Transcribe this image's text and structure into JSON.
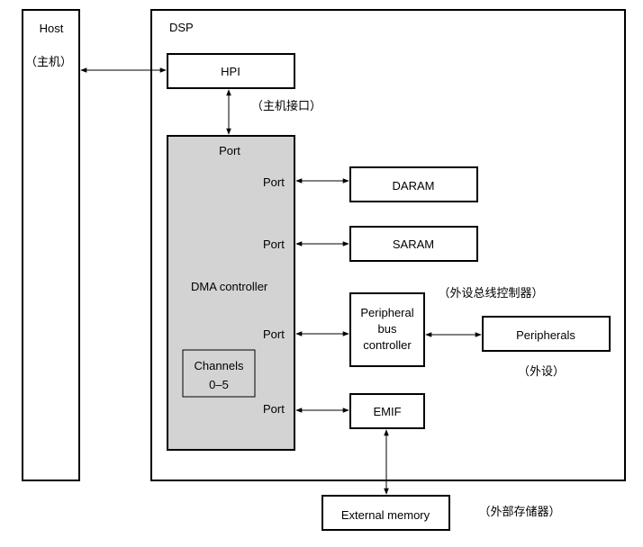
{
  "host": {
    "title": "Host",
    "subtitle": "（主机）"
  },
  "dsp": {
    "title": "DSP"
  },
  "hpi": {
    "label": "HPI",
    "note": "（主机接口）"
  },
  "dma": {
    "label": "DMA controller",
    "port_top": "Port",
    "ports": [
      "Port",
      "Port",
      "Port",
      "Port"
    ],
    "channels_line1": "Channels",
    "channels_line2": "0–5"
  },
  "daram": {
    "label": "DARAM"
  },
  "saram": {
    "label": "SARAM"
  },
  "pbc": {
    "line1": "Peripheral",
    "line2": "bus",
    "line3": "controller",
    "note": "（外设总线控制器）"
  },
  "peripherals": {
    "label": "Peripherals",
    "note": "（外设）"
  },
  "emif": {
    "label": "EMIF"
  },
  "external_memory": {
    "label": "External memory",
    "note": "（外部存储器）"
  },
  "colors": {
    "dma_fill": "#d3d3d3",
    "stroke": "#000000"
  }
}
